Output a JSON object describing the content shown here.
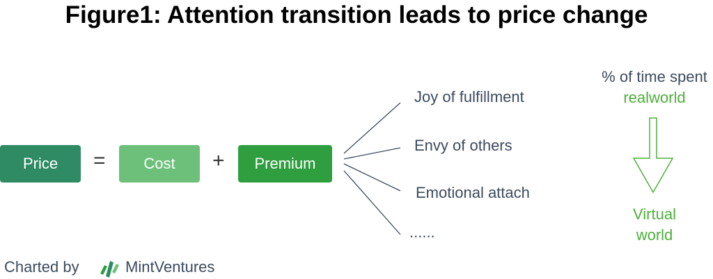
{
  "title": "Figure1: Attention transition leads to price change",
  "equation": {
    "price": "Price",
    "equals": "=",
    "cost": "Cost",
    "plus": "+",
    "premium": "Premium"
  },
  "branches": [
    "Joy of fulfillment",
    "Envy of others",
    "Emotional attach",
    "......"
  ],
  "side": {
    "header": "% of time spent",
    "from": "realworld",
    "to_line1": "Virtual",
    "to_line2": "world"
  },
  "footer": {
    "charted_by": "Charted by",
    "brand": "MintVentures"
  },
  "colors": {
    "price": "#2e8b63",
    "cost": "#6cc07a",
    "premium": "#2e9e3f",
    "green_text": "#4caf3a",
    "text": "#3b4a5e"
  }
}
